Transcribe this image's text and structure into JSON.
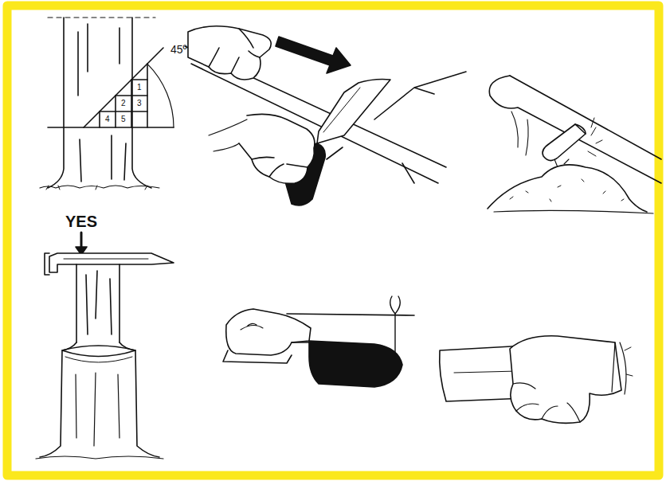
{
  "diagram": {
    "labels": [
      "45º",
      "1",
      "2",
      "3",
      "4",
      "5",
      "YES"
    ]
  }
}
